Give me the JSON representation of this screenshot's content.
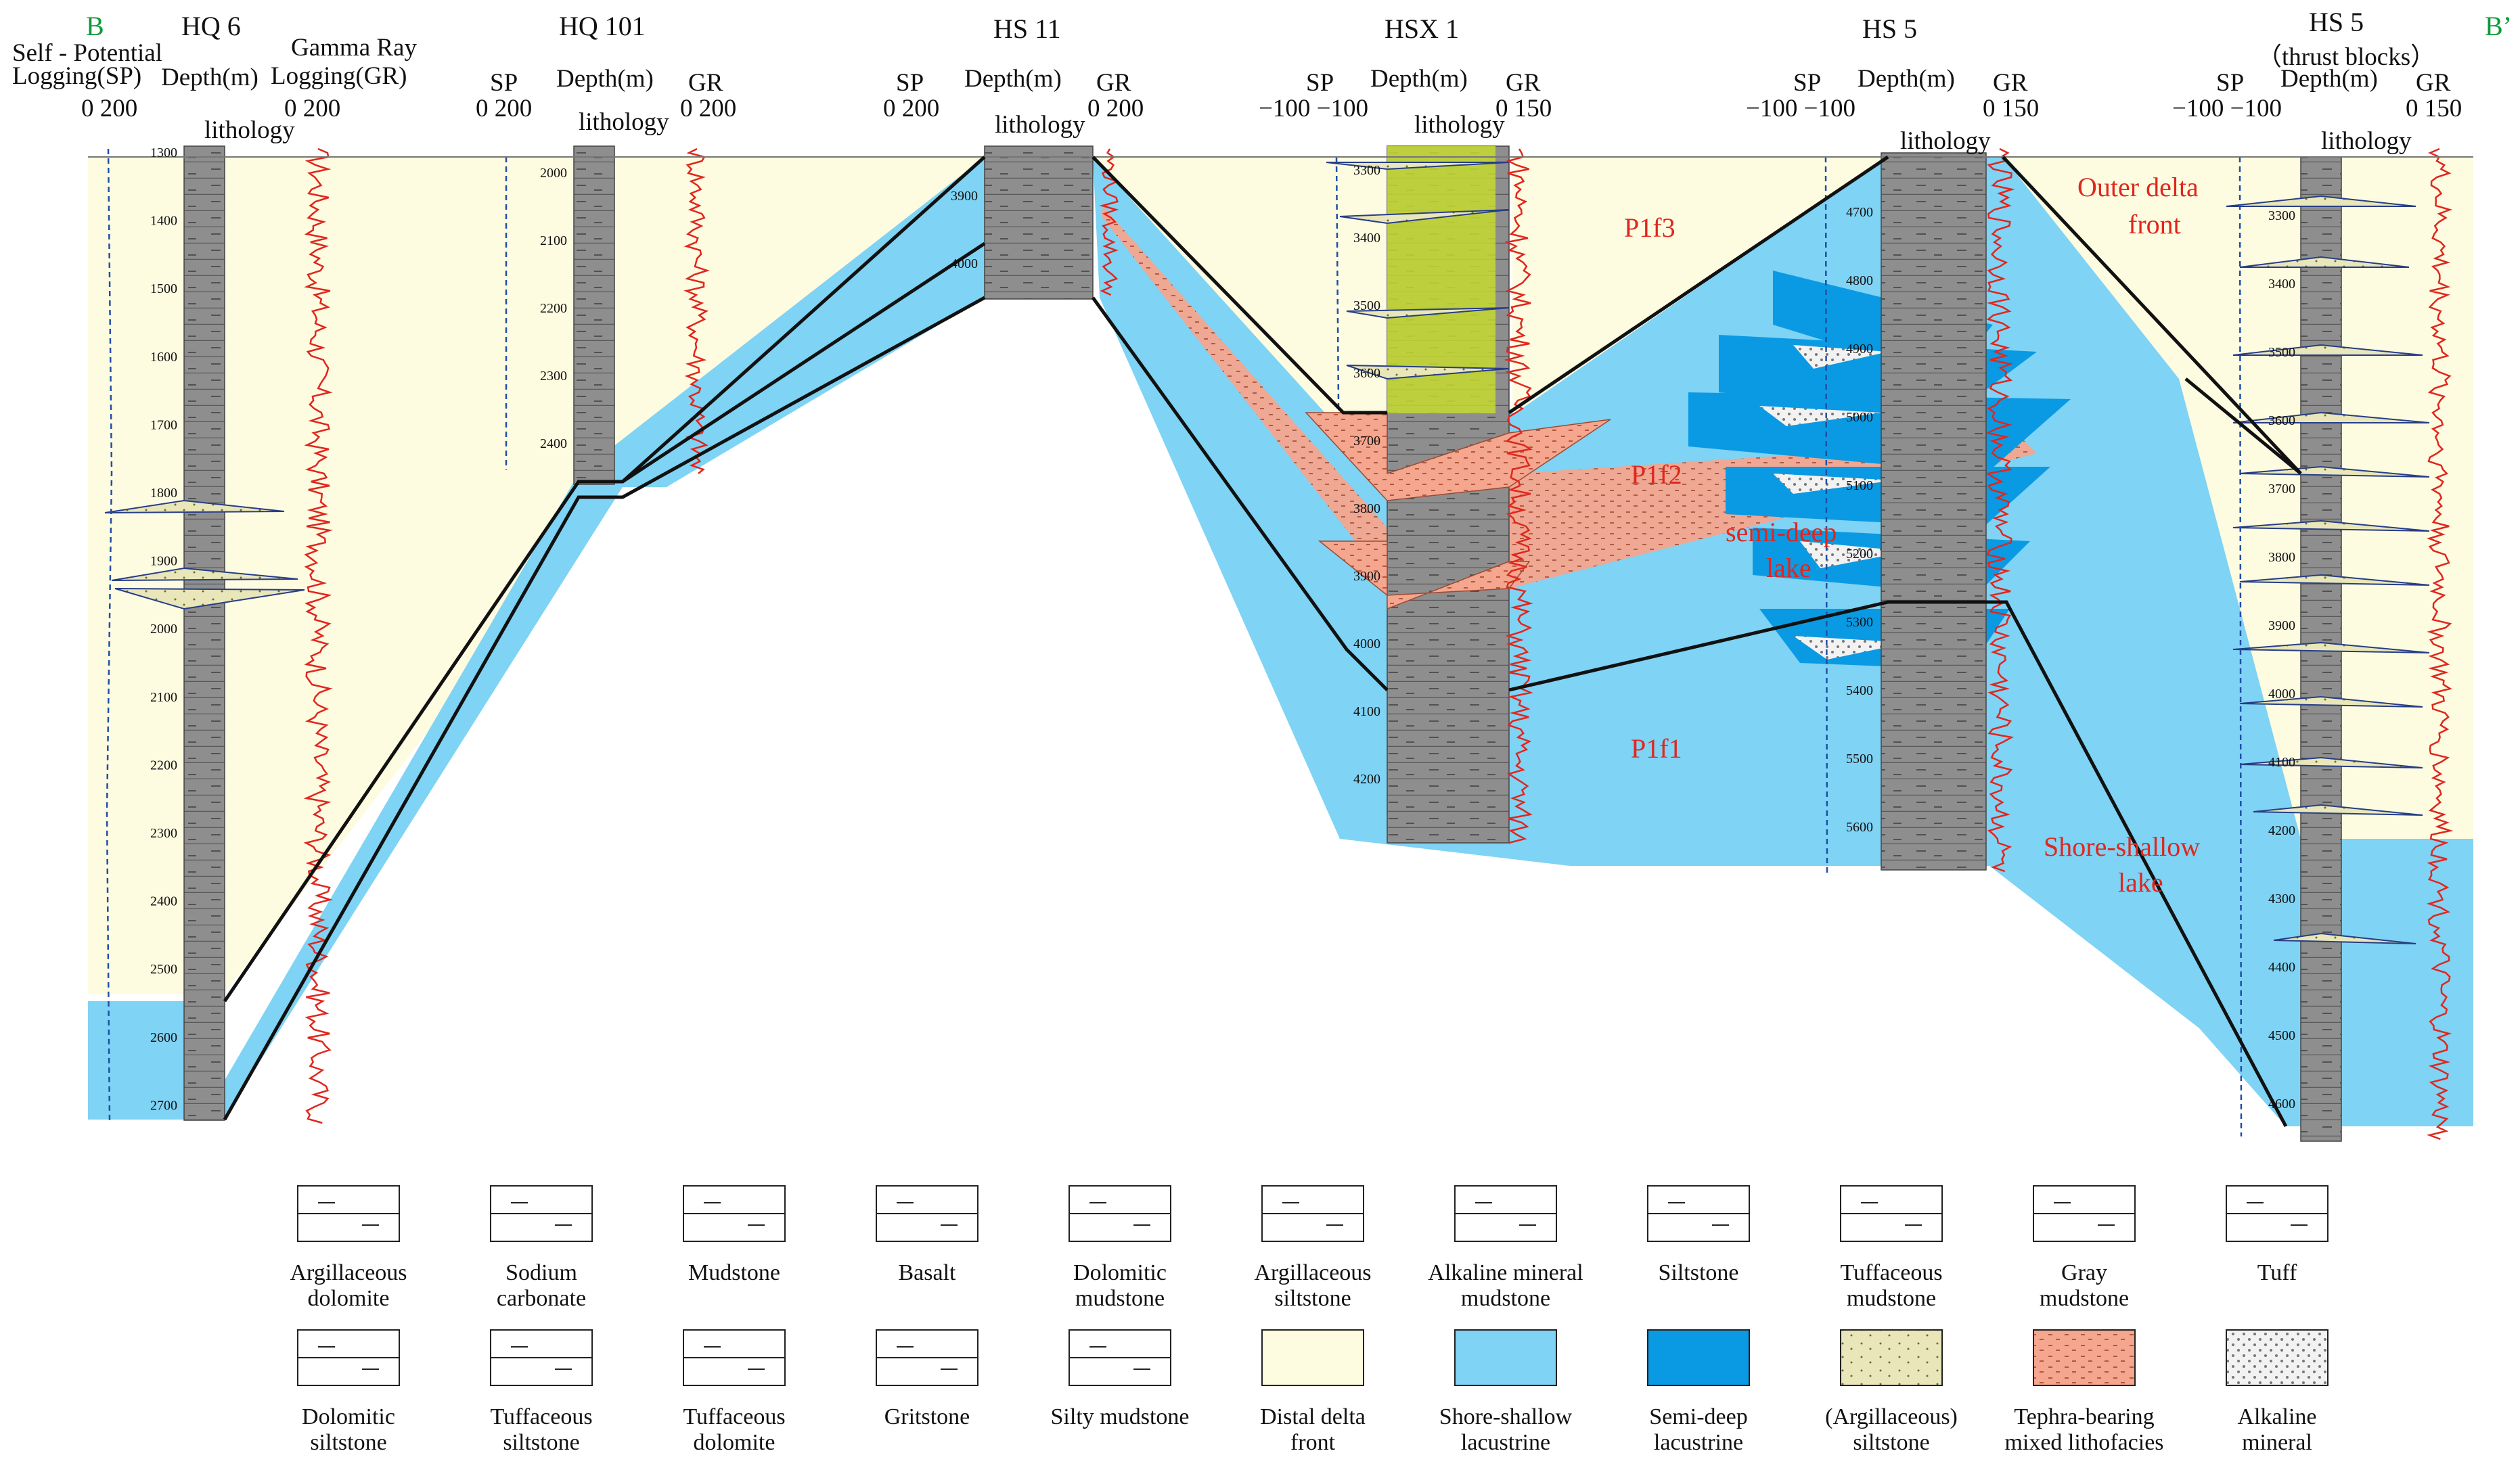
{
  "cross_section": {
    "end_left_label": "B",
    "end_right_label": "B’",
    "sp_title_line1": "Self - Potential",
    "sp_title_line2": "Logging(SP)",
    "gr_title_line1": "Gamma Ray",
    "gr_title_line2": "Logging(GR)",
    "column_label": "lithology",
    "depth_label": "Depth(m)",
    "wells": [
      {
        "name": "HQ 6",
        "sublabel": "",
        "sp_scale": "0 200",
        "gr_scale": "0 200",
        "depth_ticks": [
          "1300",
          "1400",
          "1500",
          "1600",
          "1700",
          "1800",
          "1900",
          "2000",
          "2100",
          "2200",
          "2300",
          "2400",
          "2500",
          "2600",
          "2700"
        ]
      },
      {
        "name": "HQ 101",
        "sublabel": "",
        "sp_label": "SP",
        "gr_label": "GR",
        "sp_scale": "0 200",
        "gr_scale": "0 200",
        "depth_ticks": [
          "2000",
          "2100",
          "2200",
          "2300",
          "2400"
        ]
      },
      {
        "name": "HS 11",
        "sublabel": "",
        "sp_label": "SP",
        "gr_label": "GR",
        "sp_scale": "0 200",
        "gr_scale": "0 200",
        "depth_ticks": [
          "3900",
          "4000"
        ]
      },
      {
        "name": "HSX 1",
        "sublabel": "",
        "sp_label": "SP",
        "gr_label": "GR",
        "sp_scale": "−100 −100",
        "gr_scale": "0 150",
        "depth_ticks": [
          "3300",
          "3400",
          "3500",
          "3600",
          "3700",
          "3800",
          "3900",
          "4000",
          "4100",
          "4200"
        ]
      },
      {
        "name": "HS 5",
        "sublabel": "",
        "sp_label": "SP",
        "gr_label": "GR",
        "sp_scale": "−100 −100",
        "gr_scale": "0 150",
        "depth_ticks": [
          "4700",
          "4800",
          "4900",
          "5000",
          "5100",
          "5200",
          "5300",
          "5400",
          "5500",
          "5600"
        ]
      },
      {
        "name": "HS 5",
        "sublabel": "（thrust blocks）",
        "sp_label": "SP",
        "gr_label": "GR",
        "sp_scale": "−100 −100",
        "gr_scale": "0 150",
        "depth_ticks": [
          "3300",
          "3400",
          "3500",
          "3600",
          "3700",
          "3800",
          "3900",
          "4000",
          "4100",
          "4200",
          "4300",
          "4400",
          "4500",
          "4600"
        ]
      }
    ],
    "zones": {
      "p1f3": "P1f3",
      "p1f2": "P1f2",
      "p1f1": "P1f1"
    },
    "annotations": {
      "outer_delta_front_1": "Outer delta",
      "outer_delta_front_2": "front",
      "semi_deep_lake_1": "semi-deep",
      "semi_deep_lake_2": "lake",
      "shore_shallow_lake_1": "Shore-shallow",
      "shore_shallow_lake_2": "lake"
    },
    "colors": {
      "distal_delta_front": "#fdfbe0",
      "shore_shallow": "#7fd3f4",
      "semi_deep": "#0a9ae3",
      "tephra": "#f4a68e",
      "siltstone_yellow": "#c6da2e",
      "lithology_gray": "#8c8c8c",
      "gr_curve": "#e0261d",
      "sp_curve": "#1f4fa8",
      "correlation_line": "#111111"
    }
  },
  "legend": {
    "row1": [
      {
        "label1": "Argillaceous",
        "label2": "dolomite",
        "pattern": "argillaceous-dolomite"
      },
      {
        "label1": "Sodium",
        "label2": "carbonate",
        "pattern": "sodium-carbonate"
      },
      {
        "label1": "Mudstone",
        "label2": "",
        "pattern": "mudstone"
      },
      {
        "label1": "Basalt",
        "label2": "",
        "pattern": "basalt"
      },
      {
        "label1": "Dolomitic",
        "label2": "mudstone",
        "pattern": "dolomitic-mudstone"
      },
      {
        "label1": "Argillaceous",
        "label2": "siltstone",
        "pattern": "argillaceous-siltstone"
      },
      {
        "label1": "Alkaline mineral",
        "label2": "mudstone",
        "pattern": "alkaline-mineral-mudstone"
      },
      {
        "label1": "Siltstone",
        "label2": "",
        "pattern": "siltstone"
      },
      {
        "label1": "Tuffaceous",
        "label2": "mudstone",
        "pattern": "tuffaceous-mudstone"
      },
      {
        "label1": "Gray",
        "label2": "mudstone",
        "pattern": "gray-mudstone"
      },
      {
        "label1": "Tuff",
        "label2": "",
        "pattern": "tuff"
      }
    ],
    "row2": [
      {
        "label1": "Dolomitic",
        "label2": "siltstone",
        "pattern": "dolomitic-siltstone"
      },
      {
        "label1": "Tuffaceous",
        "label2": "siltstone",
        "pattern": "tuffaceous-siltstone"
      },
      {
        "label1": "Tuffaceous",
        "label2": "dolomite",
        "pattern": "tuffaceous-dolomite"
      },
      {
        "label1": "Gritstone",
        "label2": "",
        "pattern": "gritstone"
      },
      {
        "label1": "Silty mudstone",
        "label2": "",
        "pattern": "silty-mudstone"
      },
      {
        "label1": "Distal delta",
        "label2": "front",
        "pattern": "distal-delta-front"
      },
      {
        "label1": "Shore-shallow",
        "label2": "lacustrine",
        "pattern": "shore-shallow-lacustrine"
      },
      {
        "label1": "Semi-deep",
        "label2": "lacustrine",
        "pattern": "semi-deep-lacustrine"
      },
      {
        "label1": "(Argillaceous)",
        "label2": "siltstone",
        "pattern": "argillaceous-siltstone-fill"
      },
      {
        "label1": "Tephra-bearing",
        "label2": "mixed lithofacies",
        "pattern": "tephra-bearing"
      },
      {
        "label1": "Alkaline",
        "label2": "mineral",
        "pattern": "alkaline-mineral"
      }
    ]
  }
}
